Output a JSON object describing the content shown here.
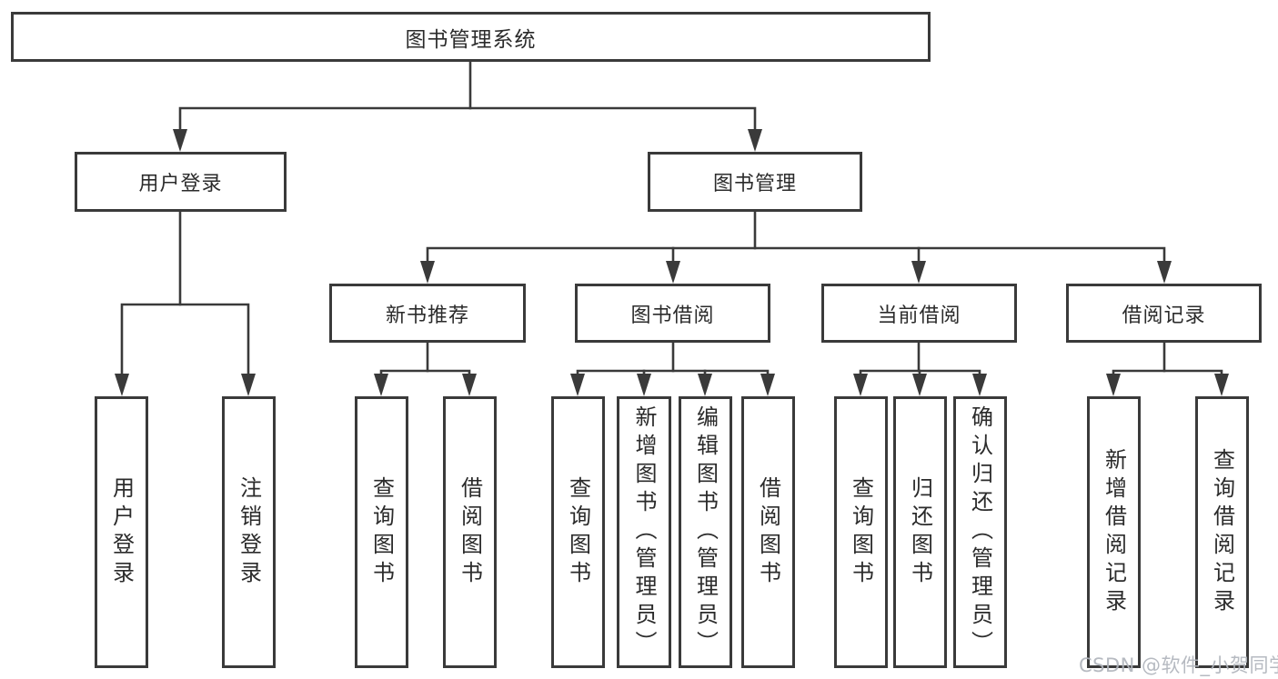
{
  "diagram": {
    "root": {
      "label": "图书管理系统"
    },
    "branches": [
      {
        "label": "用户登录",
        "children": [
          {
            "label": "用户登录"
          },
          {
            "label": "注销登录"
          }
        ]
      },
      {
        "label": "图书管理",
        "children": [
          {
            "label": "新书推荐",
            "children": [
              {
                "label": "查询图书"
              },
              {
                "label": "借阅图书"
              }
            ]
          },
          {
            "label": "图书借阅",
            "children": [
              {
                "label": "查询图书"
              },
              {
                "label": "新增图书（管理员）"
              },
              {
                "label": "编辑图书（管理员）"
              },
              {
                "label": "借阅图书"
              }
            ]
          },
          {
            "label": "当前借阅",
            "children": [
              {
                "label": "查询图书"
              },
              {
                "label": "归还图书"
              },
              {
                "label": "确认归还（管理员）"
              }
            ]
          },
          {
            "label": "借阅记录",
            "children": [
              {
                "label": "新增借阅记录"
              },
              {
                "label": "查询借阅记录"
              }
            ]
          }
        ]
      }
    ]
  },
  "watermark": "CSDN @软件_小贺同学",
  "colors": {
    "line": "#3a3a3a",
    "text": "#2b2b2b",
    "background": "#ffffff",
    "watermark": "#b0b4bc"
  }
}
